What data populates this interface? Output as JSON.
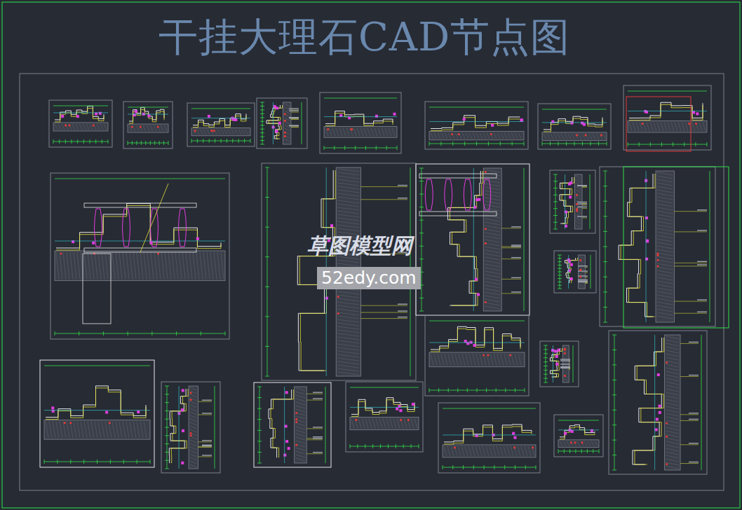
{
  "diagram": {
    "title": "干挂大理石CAD节点图",
    "nodes": [
      {
        "text": [
          "52edy.com"
        ]
      }
    ],
    "labels": [
      "草图模型网"
    ]
  }
}
